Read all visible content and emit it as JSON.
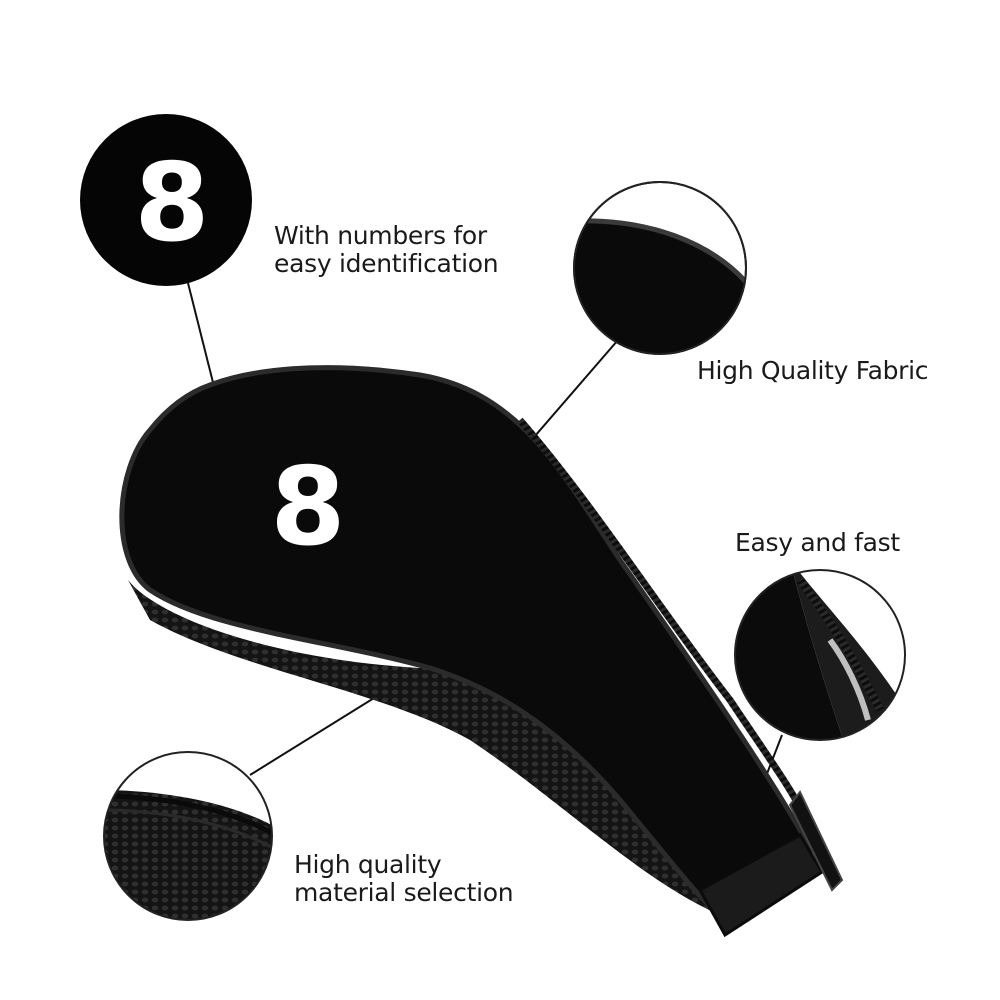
{
  "product": {
    "name": "golf-iron-headcover",
    "color": "#0a0a0a",
    "number": "8",
    "number_color": "#ffffff"
  },
  "callouts": {
    "numbers": {
      "line1": "With numbers for",
      "line2": "easy identification"
    },
    "fabric": {
      "text": "High Quality Fabric"
    },
    "zipper": {
      "text": "Easy and fast"
    },
    "material": {
      "line1": "High quality",
      "line2": "material selection"
    }
  }
}
